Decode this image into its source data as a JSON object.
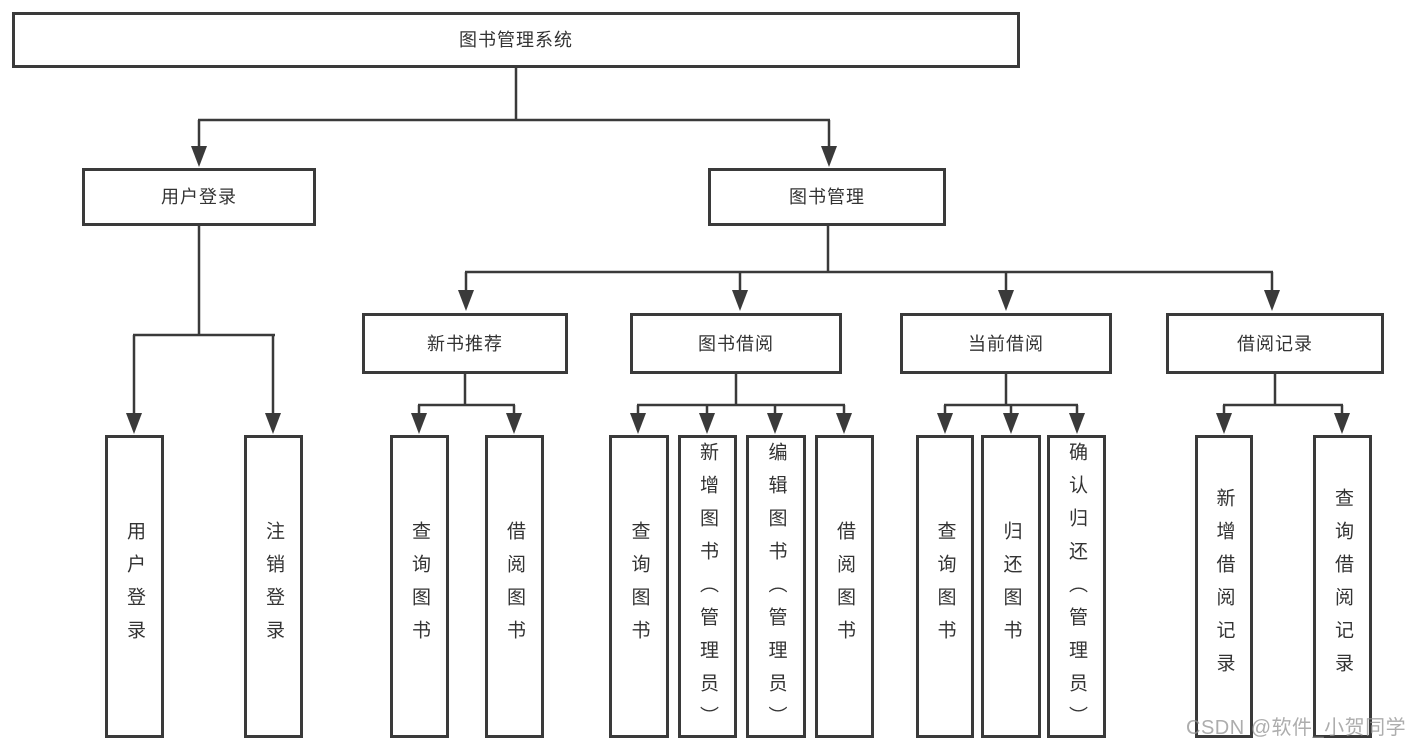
{
  "diagram_type": "functional-structure-tree",
  "tree": {
    "label": "图书管理系统",
    "children": [
      {
        "label": "用户登录",
        "children": [
          {
            "label": "用户登录"
          },
          {
            "label": "注销登录"
          }
        ]
      },
      {
        "label": "图书管理",
        "children": [
          {
            "label": "新书推荐",
            "children": [
              {
                "label": "查询图书"
              },
              {
                "label": "借阅图书"
              }
            ]
          },
          {
            "label": "图书借阅",
            "children": [
              {
                "label": "查询图书"
              },
              {
                "label": "新增图书（管理员）"
              },
              {
                "label": "编辑图书（管理员）"
              },
              {
                "label": "借阅图书"
              }
            ]
          },
          {
            "label": "当前借阅",
            "children": [
              {
                "label": "查询图书"
              },
              {
                "label": "归还图书"
              },
              {
                "label": "确认归还（管理员）"
              }
            ]
          },
          {
            "label": "借阅记录",
            "children": [
              {
                "label": "新增借阅记录"
              },
              {
                "label": "查询借阅记录"
              }
            ]
          }
        ]
      }
    ]
  },
  "watermark": {
    "text": "CSDN @软件_小贺同学"
  },
  "colors": {
    "line": "#3a3a3a",
    "box_border": "#3a3a3a",
    "box_fill": "#ffffff",
    "text": "#333333",
    "watermark": "#919191",
    "background": "#ffffff"
  }
}
